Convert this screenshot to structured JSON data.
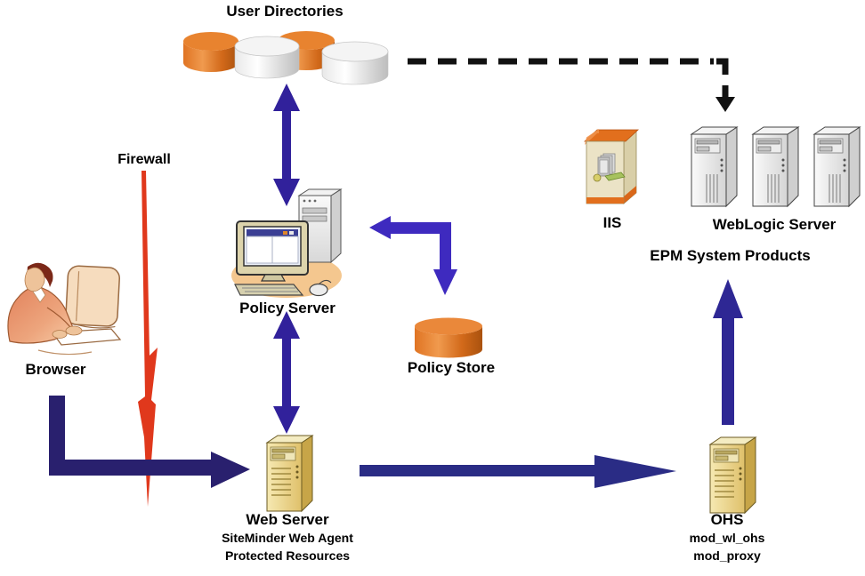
{
  "diagram": {
    "nodes": {
      "user_directories": {
        "label": "User Directories",
        "icon": "database-cylinders-icon"
      },
      "firewall": {
        "label": "Firewall",
        "icon": "lightning-bolt-icon"
      },
      "browser": {
        "label": "Browser",
        "icon": "person-at-computer-icon"
      },
      "policy_server": {
        "label": "Policy Server",
        "icon": "desktop-computer-icon"
      },
      "policy_store": {
        "label": "Policy Store",
        "icon": "database-cylinder-icon"
      },
      "iis": {
        "label": "IIS",
        "icon": "software-box-icon"
      },
      "weblogic_server": {
        "label": "WebLogic Server",
        "icon": "tower-servers-icon"
      },
      "epm_system": {
        "label": "EPM System Products"
      },
      "web_server": {
        "label": "Web Server",
        "sublabel1": "SiteMinder Web Agent",
        "sublabel2": "Protected Resources",
        "icon": "tower-server-icon"
      },
      "ohs": {
        "label": "OHS",
        "sublabel1": "mod_wl_ohs",
        "sublabel2": "mod_proxy",
        "icon": "tower-server-icon"
      }
    },
    "connections": [
      {
        "from": "user_directories",
        "to": "policy_server",
        "style": "double-headed-arrow"
      },
      {
        "from": "policy_server",
        "to": "web_server",
        "style": "double-headed-arrow"
      },
      {
        "from": "policy_server",
        "to": "policy_store",
        "style": "elbow-double-arrow"
      },
      {
        "from": "user_directories",
        "to": "weblogic_server",
        "style": "dashed-arrow"
      },
      {
        "from": "browser",
        "to": "web_server",
        "style": "thick-elbow-arrow-through-firewall"
      },
      {
        "from": "web_server",
        "to": "ohs",
        "style": "thick-arrow"
      },
      {
        "from": "ohs",
        "to": "epm_system",
        "style": "arrow-up"
      }
    ],
    "colors": {
      "arrow_indigo": "#31219b",
      "arrow_elbow_indigo": "#3e2abf",
      "arrow_navy": "#29206e",
      "arrow_navy2": "#2a2c85",
      "dashed_black": "#111111",
      "firewall_red": "#e0381c",
      "cylinder_orange": "#d96e1e",
      "cylinder_white": "#e3e3e3",
      "tower_tan": "#ecd88e",
      "tower_gray": "#ececec",
      "background": "#ffffff"
    }
  }
}
